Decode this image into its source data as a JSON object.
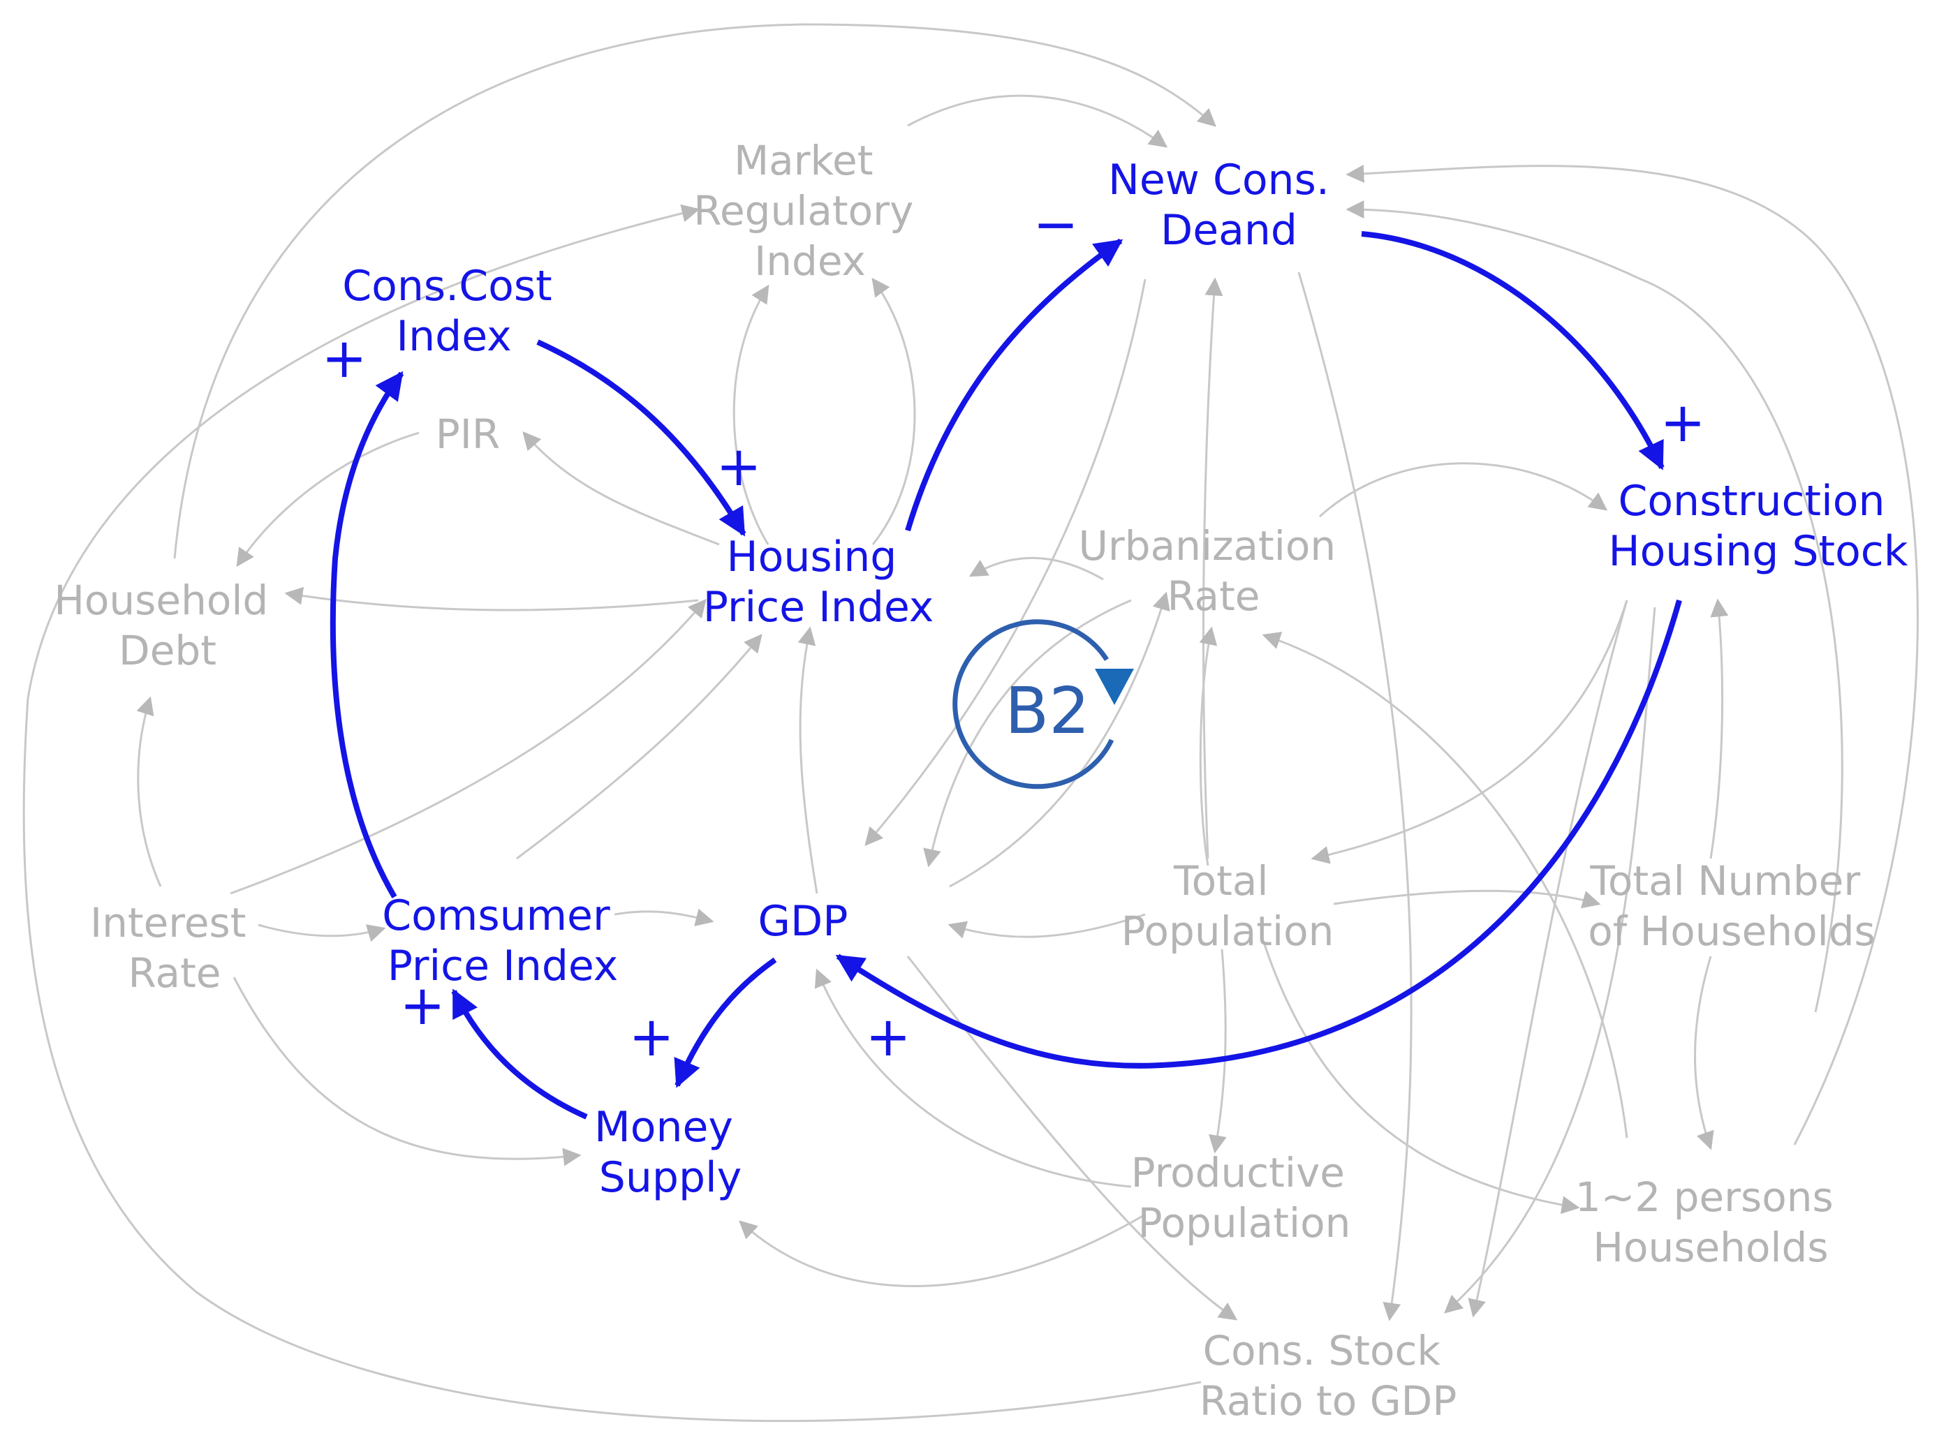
{
  "nodes": {
    "new_cons_demand": [
      "New   Cons.",
      "Deand"
    ],
    "market_regulatory_index": [
      "Market",
      "Regulatory",
      "Index"
    ],
    "cons_cost_index": [
      "Cons.Cost",
      "Index"
    ],
    "pir": [
      "PIR"
    ],
    "housing_price_index": [
      "Housing",
      "Price   Index"
    ],
    "urbanization_rate": [
      "Urbanization",
      "Rate"
    ],
    "construction_housing_stock": [
      "Construction",
      "Housing   Stock"
    ],
    "household_debt": [
      "Household",
      "Debt"
    ],
    "interest_rate": [
      "Interest",
      "Rate"
    ],
    "consumer_price_index": [
      "Comsumer",
      "Price   Index"
    ],
    "gdp": [
      "GDP"
    ],
    "total_population": [
      "Total",
      "Population"
    ],
    "total_number_households": [
      "Total   Number",
      "of   Households"
    ],
    "money_supply": [
      "Money",
      "Supply"
    ],
    "productive_population": [
      "Productive",
      "Population"
    ],
    "small_households": [
      "1~2   persons",
      "Households"
    ],
    "cons_stock_ratio": [
      "Cons.   Stock",
      "Ratio to GDP"
    ]
  },
  "polarities": {
    "demand_minus": "−",
    "stock_plus": "+",
    "cost_plus": "+",
    "price_plus": "+",
    "cpi_plus": "+",
    "money_plus": "+",
    "gdp_plus": "+"
  },
  "loop": {
    "label": "B2",
    "color": "#2e5fae"
  },
  "colors": {
    "highlight": "#1414e6",
    "inactive": "#b4b4b4"
  }
}
